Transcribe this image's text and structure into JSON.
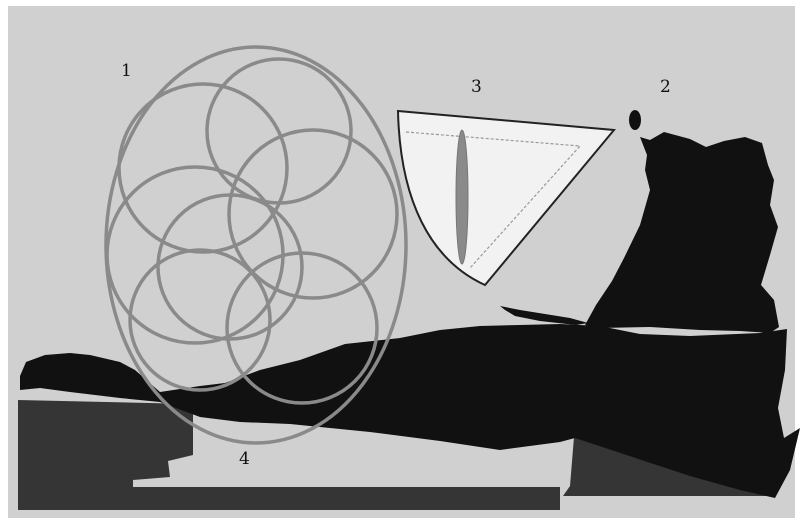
{
  "labels": {
    "region_1": "1",
    "region_2": "2",
    "region_3": "3",
    "region_4": "4"
  },
  "colors": {
    "background": "#d0d0d0",
    "silhouette": "#111111",
    "block": "#353535",
    "ring": "#8a8a8a",
    "wedge_fill": "#f2f2f2",
    "ellipse": "#8a8a8a"
  }
}
